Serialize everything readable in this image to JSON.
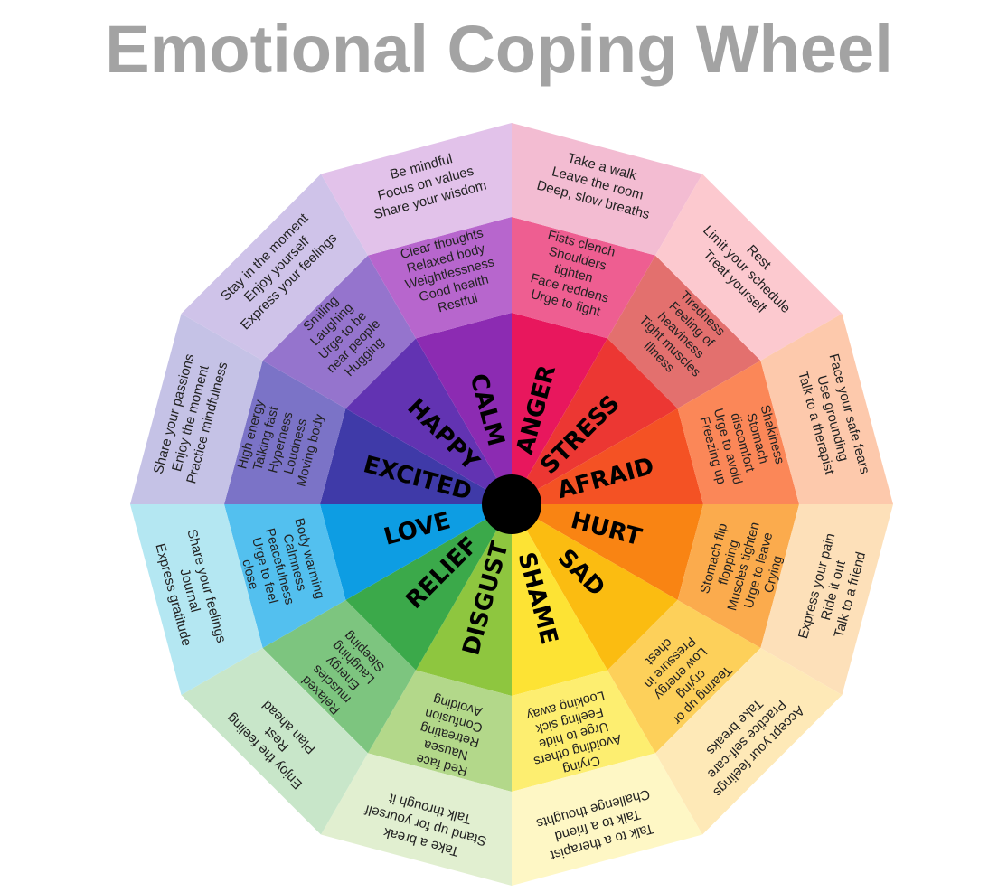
{
  "title": "Emotional Coping Wheel",
  "center_color": "#000000",
  "wedges": [
    {
      "emotion": "ANGER",
      "colors": [
        "#e8175d",
        "#ee5e91",
        "#f3bcd2"
      ],
      "body": [
        "Fists clench",
        "Shoulders",
        "tighten",
        "Face reddens",
        "Urge to fight"
      ],
      "coping": [
        "Take a walk",
        "Leave the room",
        "Deep, slow breaths"
      ]
    },
    {
      "emotion": "STRESS",
      "colors": [
        "#ec3733",
        "#e3706e",
        "#fcc9cf"
      ],
      "body": [
        "Tiredness",
        "Feeling of",
        "heaviness",
        "Tight muscles",
        "Illness"
      ],
      "coping": [
        "Rest",
        "Limit your schedule",
        "Treat yourself"
      ]
    },
    {
      "emotion": "AFRAID",
      "colors": [
        "#f45224",
        "#fb8758",
        "#fdc9ac"
      ],
      "body": [
        "Shakiness",
        "Stomach",
        "discomfort",
        "Urge to avoid",
        "Freezing up"
      ],
      "coping": [
        "Face your safe fears",
        "Use grounding",
        "Talk to a therapist"
      ]
    },
    {
      "emotion": "HURT",
      "colors": [
        "#f98413",
        "#fbab4d",
        "#fde0b9"
      ],
      "body": [
        "Stomach flip",
        "flopping",
        "Muscles tighten",
        "Urge to leave",
        "Crying"
      ],
      "coping": [
        "Express your pain",
        "Ride it out",
        "Talk to a friend"
      ]
    },
    {
      "emotion": "SAD",
      "colors": [
        "#fbbc11",
        "#fdd05a",
        "#fee9b7"
      ],
      "body": [
        "Tearing up or",
        "crying",
        "Low energy",
        "Pressure in",
        "chest"
      ],
      "coping": [
        "Accept your feelings",
        "Practice self-care",
        "Take breaks"
      ]
    },
    {
      "emotion": "SHAME",
      "colors": [
        "#fde334",
        "#fdee70",
        "#fef7c5"
      ],
      "body": [
        "Crying",
        "Avoiding others",
        "Urge to hide",
        "Feeling sick",
        "Looking away"
      ],
      "coping": [
        "Talk to a therapist",
        "Talk to a friend",
        "Challenge thoughts"
      ]
    },
    {
      "emotion": "DISGUST",
      "colors": [
        "#8ec63f",
        "#b3d88a",
        "#e1efd0"
      ],
      "body": [
        "Red face",
        "Nausea",
        "Retreating",
        "Confusion",
        "Avoiding"
      ],
      "coping": [
        "Take a break",
        "Stand up for yourself",
        "Talk through it"
      ]
    },
    {
      "emotion": "RELIEF",
      "colors": [
        "#3ba94a",
        "#7dc57f",
        "#c8e6c9"
      ],
      "body": [
        "Relaxed",
        "muscles",
        "Energy",
        "Laughing",
        "Sleeping"
      ],
      "coping": [
        "Enjoy the feeling",
        "Rest",
        "Plan ahead"
      ]
    },
    {
      "emotion": "LOVE",
      "colors": [
        "#0d9de3",
        "#53c0ef",
        "#b4e7f2"
      ],
      "body": [
        "Body warming",
        "Calmness",
        "Peacefulness",
        "Urge to feel",
        "close"
      ],
      "coping": [
        "Share your feelings",
        "Journal",
        "Express gratitude"
      ]
    },
    {
      "emotion": "EXCITED",
      "colors": [
        "#3f3aa8",
        "#7b73c7",
        "#c5c2e6"
      ],
      "body": [
        "High energy",
        "Talking fast",
        "Hyperness",
        "Loudness",
        "Moving body"
      ],
      "coping": [
        "Share your passions",
        "Enjoy the moment",
        "Practice mindfulness"
      ]
    },
    {
      "emotion": "HAPPY",
      "colors": [
        "#6233b2",
        "#9574cd",
        "#cfc3e9"
      ],
      "body": [
        "Smiling",
        "Laughing",
        "Urge to be",
        "near people",
        "Hugging"
      ],
      "coping": [
        "Stay in the moment",
        "Enjoy yourself",
        "Express your feelings"
      ]
    },
    {
      "emotion": "CALM",
      "colors": [
        "#8c2bb2",
        "#b766cd",
        "#e2c2ea"
      ],
      "body": [
        "Clear thoughts",
        "Relaxed body",
        "Weightlessness",
        "Good health",
        "Restful"
      ],
      "coping": [
        "Be mindful",
        "Focus on values",
        "Share your wisdom"
      ]
    }
  ]
}
